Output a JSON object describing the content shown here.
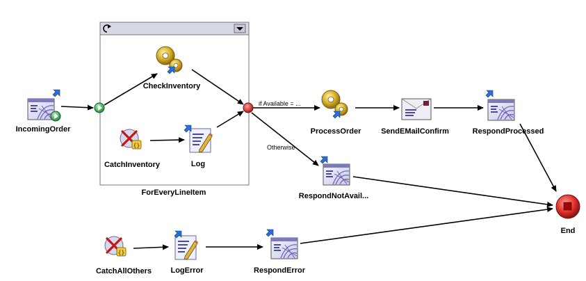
{
  "group": {
    "label": "ForEveryLineItem"
  },
  "nodes": {
    "incoming_order": "IncomingOrder",
    "check_inventory": "CheckInventory",
    "catch_inventory": "CatchInventory",
    "log": "Log",
    "process_order": "ProcessOrder",
    "send_email_confirm": "SendEMailConfirm",
    "respond_processed": "RespondProcessed",
    "respond_not_avail": "RespondNotAvail...",
    "end": "End",
    "catch_all_others": "CatchAllOthers",
    "log_error": "LogError",
    "respond_error": "RespondError"
  },
  "edges": {
    "if_available": "if Available = ...",
    "otherwise": "Otherwise"
  },
  "colors": {
    "line": "#000000",
    "start_green": "#2fa84f",
    "merge_red": "#cc2a2a",
    "end_red": "#e0302a",
    "gear_gold": "#d8b12c",
    "doc_purple": "#6a5fb3",
    "badge_blue": "#2d6fd0"
  },
  "icons": {
    "loop": "loop-icon",
    "dropdown": "chevron-down-icon",
    "gear": "gear-icon",
    "web_page": "web-page-icon",
    "catch": "catch-x-icon",
    "log": "pencil-doc-icon",
    "email": "envelope-icon"
  }
}
